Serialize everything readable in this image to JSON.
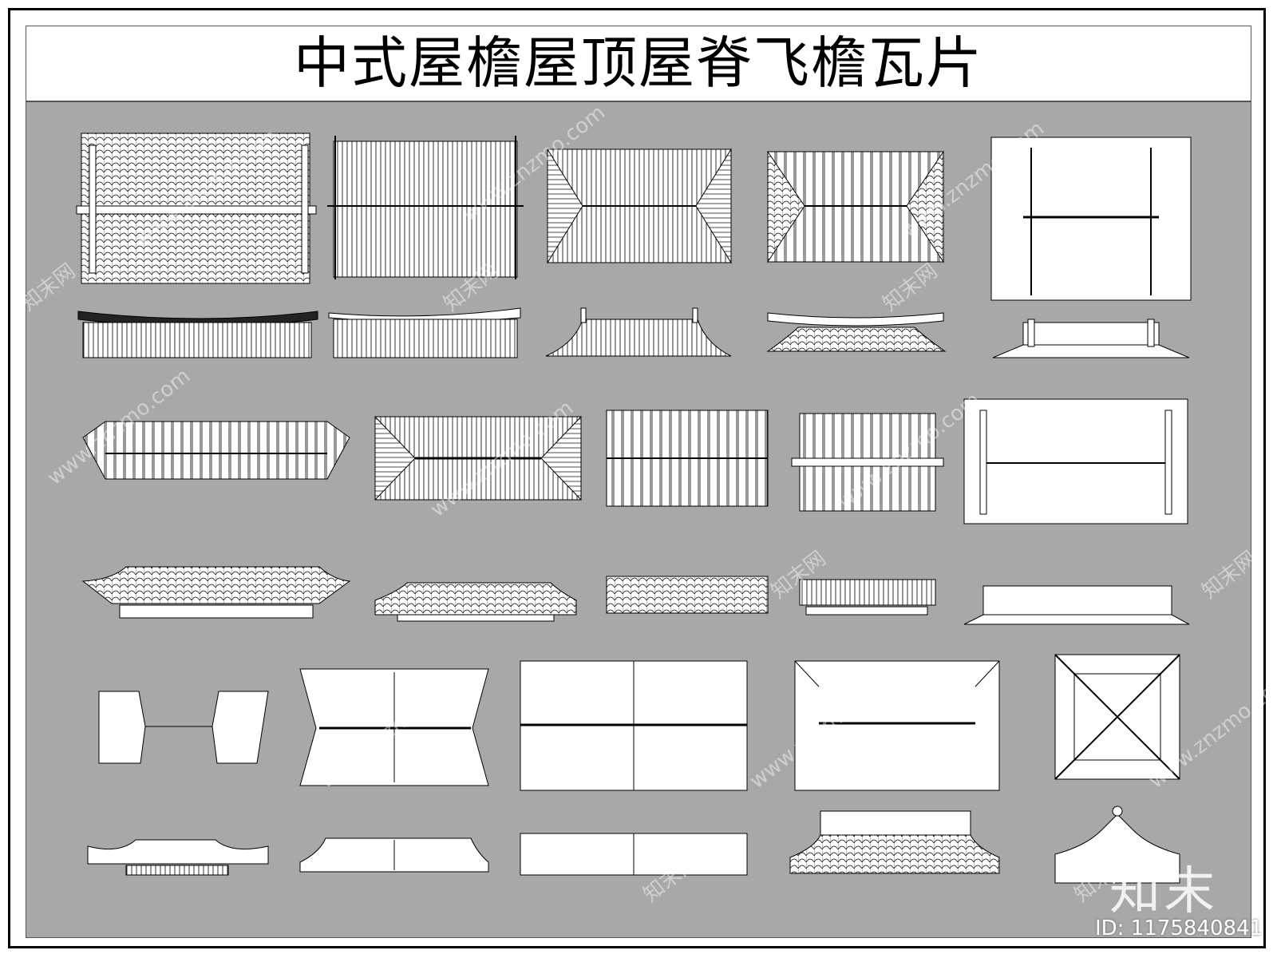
{
  "title": "中式屋檐屋顶屋脊飞檐瓦片",
  "watermark": {
    "site": "www.znzmo.com",
    "brand": "知末网"
  },
  "logo": "知末",
  "id_label": "ID: 1175840841",
  "colors": {
    "background": "#a8a8a8",
    "line": "#000000",
    "fill": "#ffffff"
  }
}
